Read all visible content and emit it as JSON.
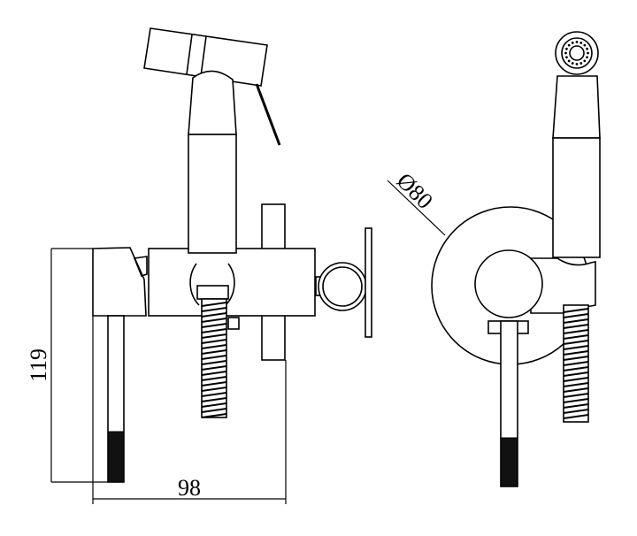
{
  "drawing": {
    "dimensions": {
      "height_label": "119",
      "width_label": "98",
      "diameter_label": "Ø80"
    },
    "colors": {
      "line": "#000000",
      "background": "#ffffff"
    }
  }
}
